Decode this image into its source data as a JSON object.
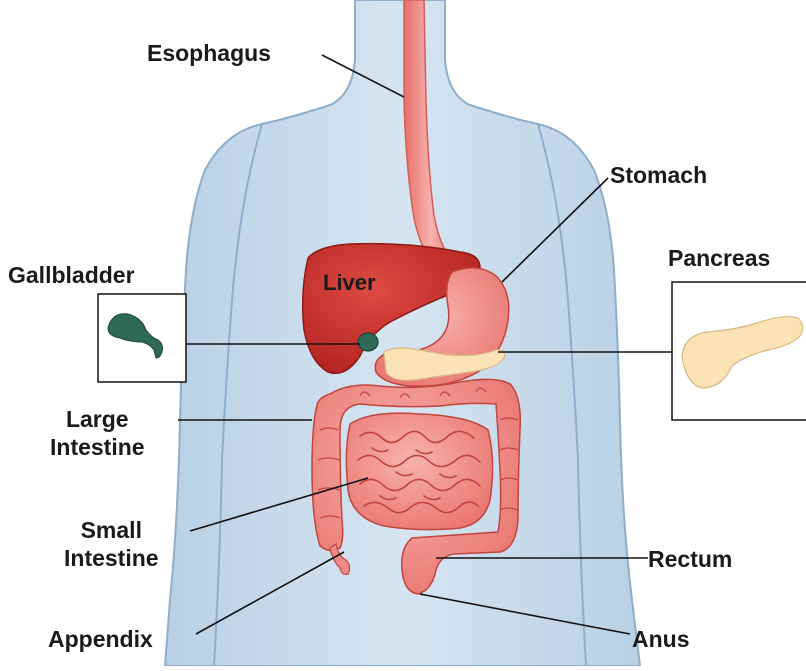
{
  "labels": {
    "esophagus": "Esophagus",
    "stomach": "Stomach",
    "gallbladder": "Gallbladder",
    "liver": "Liver",
    "pancreas": "Pancreas",
    "large_intestine": [
      "Large",
      "Intestine"
    ],
    "small_intestine": [
      "Small",
      "Intestine"
    ],
    "rectum": "Rectum",
    "appendix": "Appendix",
    "anus": "Anus"
  },
  "colors": {
    "body_fill": "#c9dcec",
    "body_outline": "#8eaecb",
    "liver": "#cc2e2a",
    "organ_pink": "#f08a86",
    "organ_outline": "#c2443f",
    "pancreas": "#fbe3b6",
    "gallbladder": "#2f6a55",
    "leader_line": "#111111"
  }
}
